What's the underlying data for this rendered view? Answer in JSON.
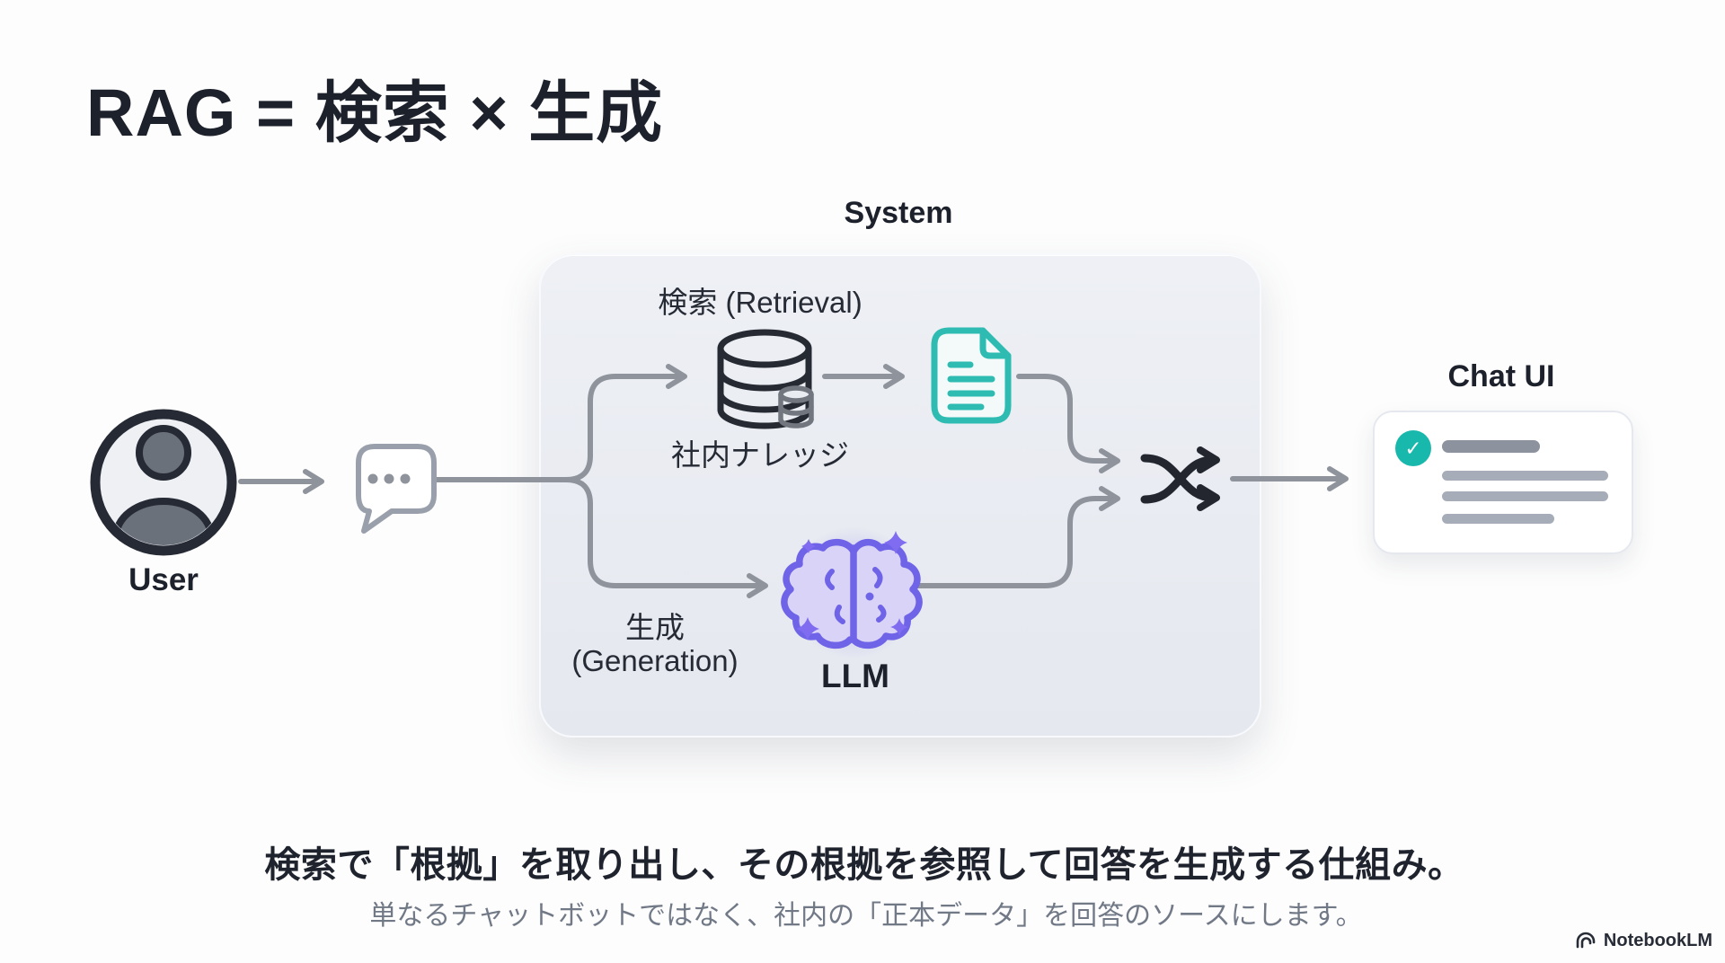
{
  "slide": {
    "title": "RAG = 検索 × 生成",
    "footer_headline": "検索で「根拠」を取り出し、その根拠を参照して回答を生成する仕組み。",
    "footer_subtext": "単なるチャットボットではなく、社内の「正本データ」を回答のソースにします。",
    "brand": "NotebookLM"
  },
  "diagram": {
    "user_label": "User",
    "system_label": "System",
    "retrieval_label": "検索 (Retrieval)",
    "knowledge_label": "社内ナレッジ",
    "generation_label_line1": "生成",
    "generation_label_line2": "(Generation)",
    "llm_label": "LLM",
    "chat_ui_label": "Chat UI"
  },
  "icons": {
    "check": "✓",
    "user_avatar": "user-avatar-icon",
    "chat_bubble": "chat-bubble-icon",
    "database": "database-icon",
    "document": "document-icon",
    "brain": "brain-icon",
    "sparkles": "sparkle-icon",
    "shuffle": "shuffle-icon",
    "notebooklm_logo": "notebooklm-logo-icon"
  },
  "colors": {
    "dark_text": "#1d212c",
    "arrow_gray": "#8e939c",
    "accent_teal": "#2ebcb2",
    "badge_teal": "#19b8ac",
    "accent_purple": "#6f63e8",
    "purple_fill": "#d9d4f7",
    "box_fill": "#e9ecf1",
    "skeleton_gray": "#a7adb8",
    "subtext_gray": "#717987"
  }
}
